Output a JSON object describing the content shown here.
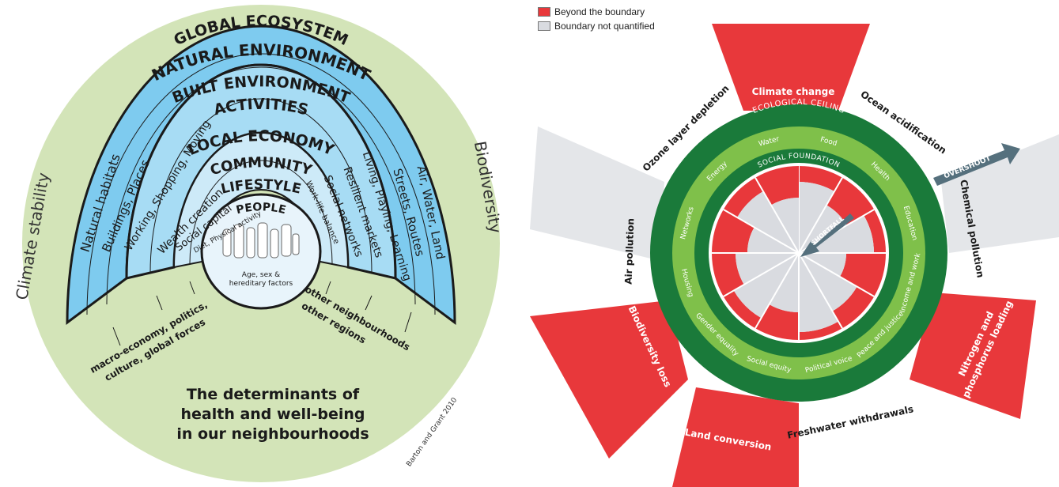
{
  "left": {
    "global": "GLOBAL ECOSYSTEM",
    "natural": "NATURAL ENVIRONMENT",
    "built": "BUILT ENVIRONMENT",
    "activities": "ACTIVITIES",
    "local_economy": "LOCAL ECONOMY",
    "community": "COMMUNITY",
    "lifestyle": "LIFESTYLE",
    "people": "PEOPLE",
    "people_sub": [
      "Age, sex &",
      "hereditary factors"
    ],
    "side_left": "Climate stability",
    "side_right": "Biodiversity",
    "radial_left": [
      "Natural habitats",
      "Buildings, Places",
      "Working, Shopping, Moving",
      "Wealth creation",
      "Social capital",
      "Diet, Physical activity"
    ],
    "radial_right": [
      "Work-life balance",
      "Social networks",
      "Resilient markets",
      "Living, Playing, Learning",
      "Streets, Routes",
      "Air, Water, Land"
    ],
    "bottom_left": [
      "macro-economy, politics,",
      "culture, global forces"
    ],
    "bottom_right": [
      "other neighbourhoods",
      "other regions"
    ],
    "caption": [
      "The determinants of",
      "health and well-being",
      "in our neighbourhoods"
    ],
    "credit": "Barton and Grant 2010"
  },
  "right": {
    "legend": [
      {
        "label": "Beyond the boundary",
        "color": "#e8383b"
      },
      {
        "label": "Boundary not quantified",
        "color": "#d9dbe0"
      }
    ],
    "ceiling": "ECOLOGICAL CEILING",
    "foundation": "SOCIAL FOUNDATION",
    "overshoot": "OVERSHOOT",
    "shortfall": "SHORTFALL",
    "outer": [
      "Climate change",
      "Ocean acidification",
      "Chemical pollution",
      "Nitrogen and phosphorus loading",
      "Freshwater withdrawals",
      "Land conversion",
      "Biodiversity loss",
      "Air pollution",
      "Ozone layer depletion"
    ],
    "social": [
      "Food",
      "Health",
      "Education",
      "Income and work",
      "Peace and justice",
      "Political voice",
      "Social equity",
      "Gender equality",
      "Housing",
      "Networks",
      "Energy",
      "Water"
    ],
    "colors": {
      "dark_green": "#1a7a3a",
      "light_green": "#7fc04a",
      "red": "#e8383b",
      "grey": "#d9dbe0"
    }
  }
}
